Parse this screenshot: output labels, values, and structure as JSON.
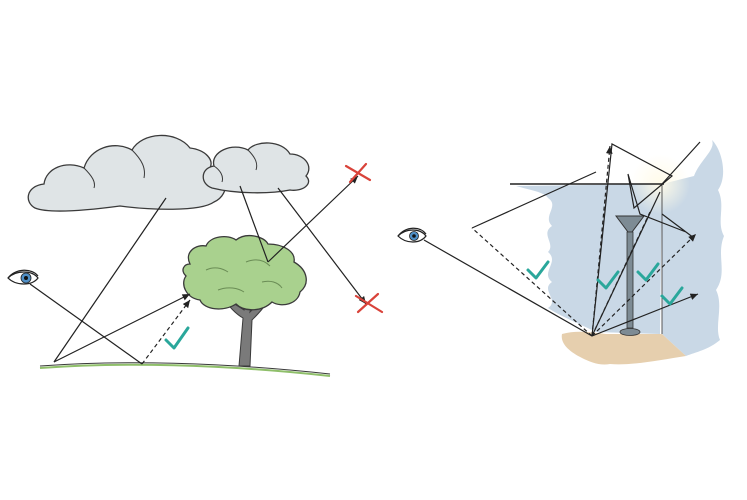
{
  "panels": [
    {
      "id": "outdoor",
      "objects": [
        "eye-icon",
        "cloud-large",
        "cloud-small",
        "tree",
        "ground"
      ],
      "marks": {
        "check": 1,
        "cross": 2
      }
    },
    {
      "id": "indoor",
      "objects": [
        "eye-icon",
        "ceiling-lamp",
        "floor-lamp",
        "wall",
        "floor"
      ],
      "marks": {
        "check": 4,
        "cross": 0
      }
    }
  ],
  "colors": {
    "ink": "#222222",
    "cloud_fill": "#dfe4e6",
    "tree_fill": "#a9d18e",
    "tree_trunk": "#7a7a7a",
    "ground_line": "#8fbf6a",
    "check": "#2aa79b",
    "cross": "#d9433a",
    "wall_fill": "#c9d8e6",
    "floor_fill": "#e6cfae",
    "lamp": "#7d8b94",
    "eye_iris": "#4f8fc6"
  }
}
